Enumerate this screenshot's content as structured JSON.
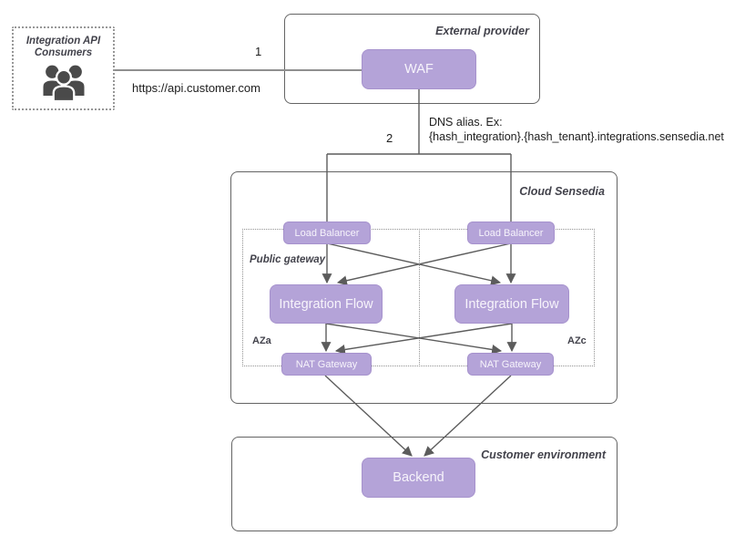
{
  "colors": {
    "node_fill": "#b4a3d8",
    "node_border": "#a692cd",
    "node_text": "#f7f4fb",
    "container_border": "#646464",
    "dotted_border": "#929292",
    "label_color": "#43434c",
    "annotation_color": "#202020",
    "line_color": "#5c5c5c",
    "consumer_line_color": "#8f8f8f",
    "icon_color": "#4a4a4a"
  },
  "icons": {
    "consumers": "people-group-icon"
  },
  "nodes": {
    "consumers": {
      "label_line1": "Integration API",
      "label_line2": "Consumers"
    },
    "waf": {
      "label": "WAF"
    },
    "load_balancer_a": {
      "label": "Load Balancer"
    },
    "load_balancer_c": {
      "label": "Load Balancer"
    },
    "integration_flow_a": {
      "label": "Integration Flow"
    },
    "integration_flow_c": {
      "label": "Integration Flow"
    },
    "nat_gateway_a": {
      "label": "NAT Gateway"
    },
    "nat_gateway_c": {
      "label": "NAT Gateway"
    },
    "backend": {
      "label": "Backend"
    }
  },
  "containers": {
    "external_provider": {
      "label": "External provider"
    },
    "cloud_sensedia": {
      "label": "Cloud Sensedia"
    },
    "public_gateway": {
      "label": "Public gateway"
    },
    "customer_environment": {
      "label": "Customer environment"
    }
  },
  "zones": {
    "aza": "AZa",
    "azc": "AZc"
  },
  "annotations": {
    "step1": "1",
    "step2": "2",
    "consumer_url": "https://api.customer.com",
    "dns_alias_line1": "DNS alias. Ex:",
    "dns_alias_line2": "{hash_integration}.{hash_tenant}.integrations.sensedia.net"
  }
}
